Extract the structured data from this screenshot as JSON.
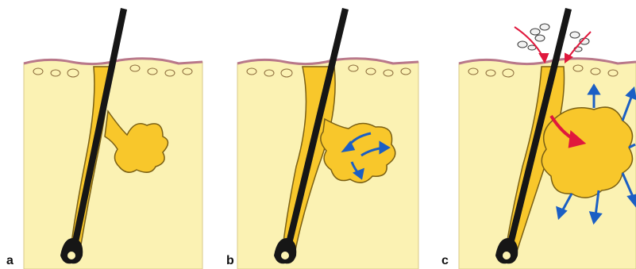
{
  "panels": [
    {
      "label": "a",
      "stage": "normal"
    },
    {
      "label": "b",
      "stage": "inflamed"
    },
    {
      "label": "c",
      "stage": "ruptured"
    }
  ],
  "colors": {
    "tissue": "#fbf2b3",
    "skin_edge": "#b9788a",
    "gland": "#f8c72b",
    "gland_outline": "#7a6015",
    "hair": "#161616",
    "arrow_blue": "#1b5fc4",
    "arrow_red": "#e0183d",
    "bacteria": "#f2f2f2"
  }
}
